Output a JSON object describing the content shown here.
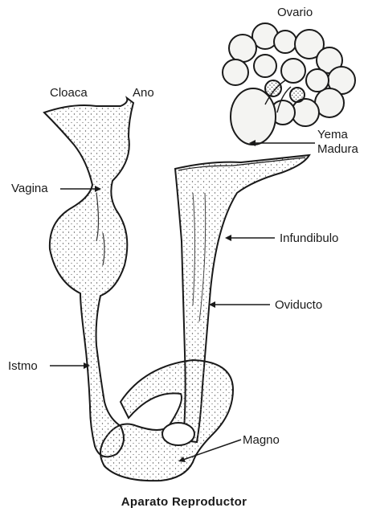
{
  "labels": {
    "ovario": "Ovario",
    "cloaca": "Cloaca",
    "ano": "Ano",
    "yema": "Yema",
    "madura": "Madura",
    "vagina": "Vagina",
    "infundibulo": "Infundibulo",
    "oviducto": "Oviducto",
    "istmo": "Istmo",
    "magno": "Magno"
  },
  "caption": "Aparato Reproductor",
  "colors": {
    "ink": "#1a1a1a",
    "fill": "#f4f4f2",
    "stipple": "#555555"
  }
}
